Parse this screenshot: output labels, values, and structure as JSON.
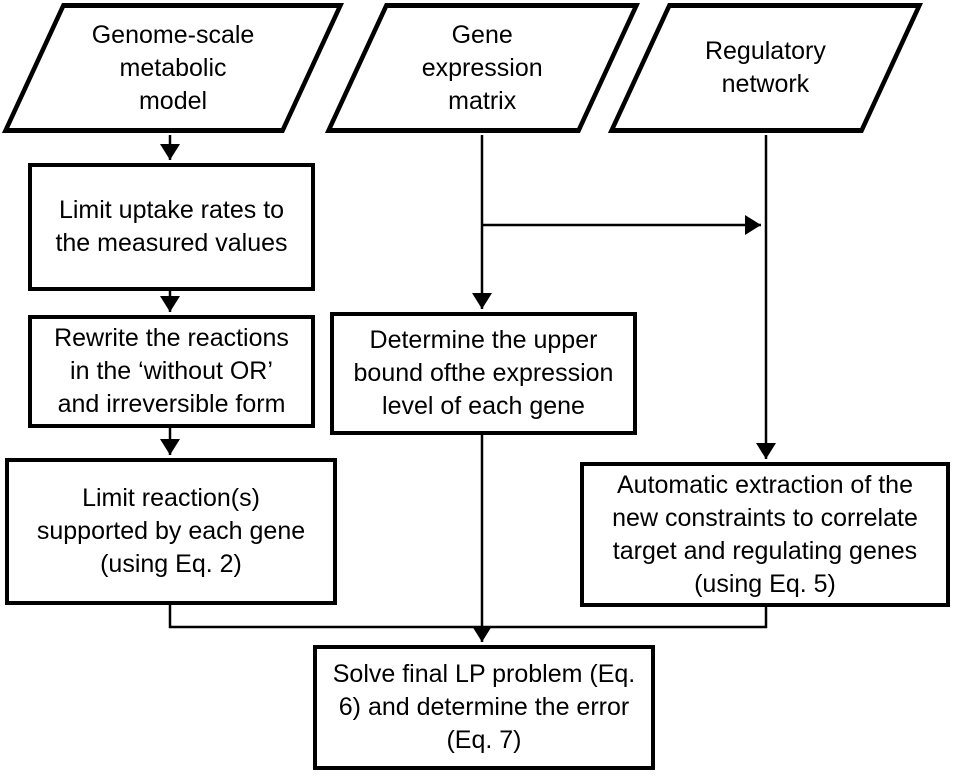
{
  "diagram": {
    "type": "flowchart",
    "background_color": "#ffffff",
    "stroke_color": "#000000",
    "text_color": "#000000",
    "nodes": {
      "genome_model": {
        "shape": "parallelogram",
        "label": "Genome-scale\nmetabolic\nmodel"
      },
      "gene_expression": {
        "shape": "parallelogram",
        "label": "Gene\nexpression\nmatrix"
      },
      "regulatory_network": {
        "shape": "parallelogram",
        "label": "Regulatory\nnetwork"
      },
      "limit_uptake": {
        "shape": "rect",
        "label": "Limit  uptake rates to\nthe measured values"
      },
      "rewrite_reactions": {
        "shape": "rect",
        "label": "Rewrite the reactions\nin the ‘without OR’\nand irreversible form"
      },
      "limit_reactions": {
        "shape": "rect",
        "label": "Limit reaction(s)\nsupported by each gene\n(using Eq. 2)"
      },
      "determine_upper_bound": {
        "shape": "rect",
        "label": "Determine the upper\nbound ofthe expression\nlevel of each gene"
      },
      "automatic_extraction": {
        "shape": "rect",
        "label": "Automatic extraction of the\nnew constraints to correlate\ntarget and regulating genes\n(using Eq. 5)"
      },
      "solve_lp": {
        "shape": "rect",
        "label": "Solve final LP problem (Eq.\n6) and determine the error\n(Eq. 7)"
      }
    },
    "edges": [
      {
        "from": "genome_model",
        "to": "limit_uptake"
      },
      {
        "from": "limit_uptake",
        "to": "rewrite_reactions"
      },
      {
        "from": "rewrite_reactions",
        "to": "limit_reactions"
      },
      {
        "from": "gene_expression",
        "to": "determine_upper_bound"
      },
      {
        "from": "gene_expression",
        "to": "automatic_extraction"
      },
      {
        "from": "regulatory_network",
        "to": "automatic_extraction"
      },
      {
        "from": "limit_reactions",
        "to": "solve_lp"
      },
      {
        "from": "determine_upper_bound",
        "to": "solve_lp"
      },
      {
        "from": "automatic_extraction",
        "to": "solve_lp"
      }
    ]
  }
}
